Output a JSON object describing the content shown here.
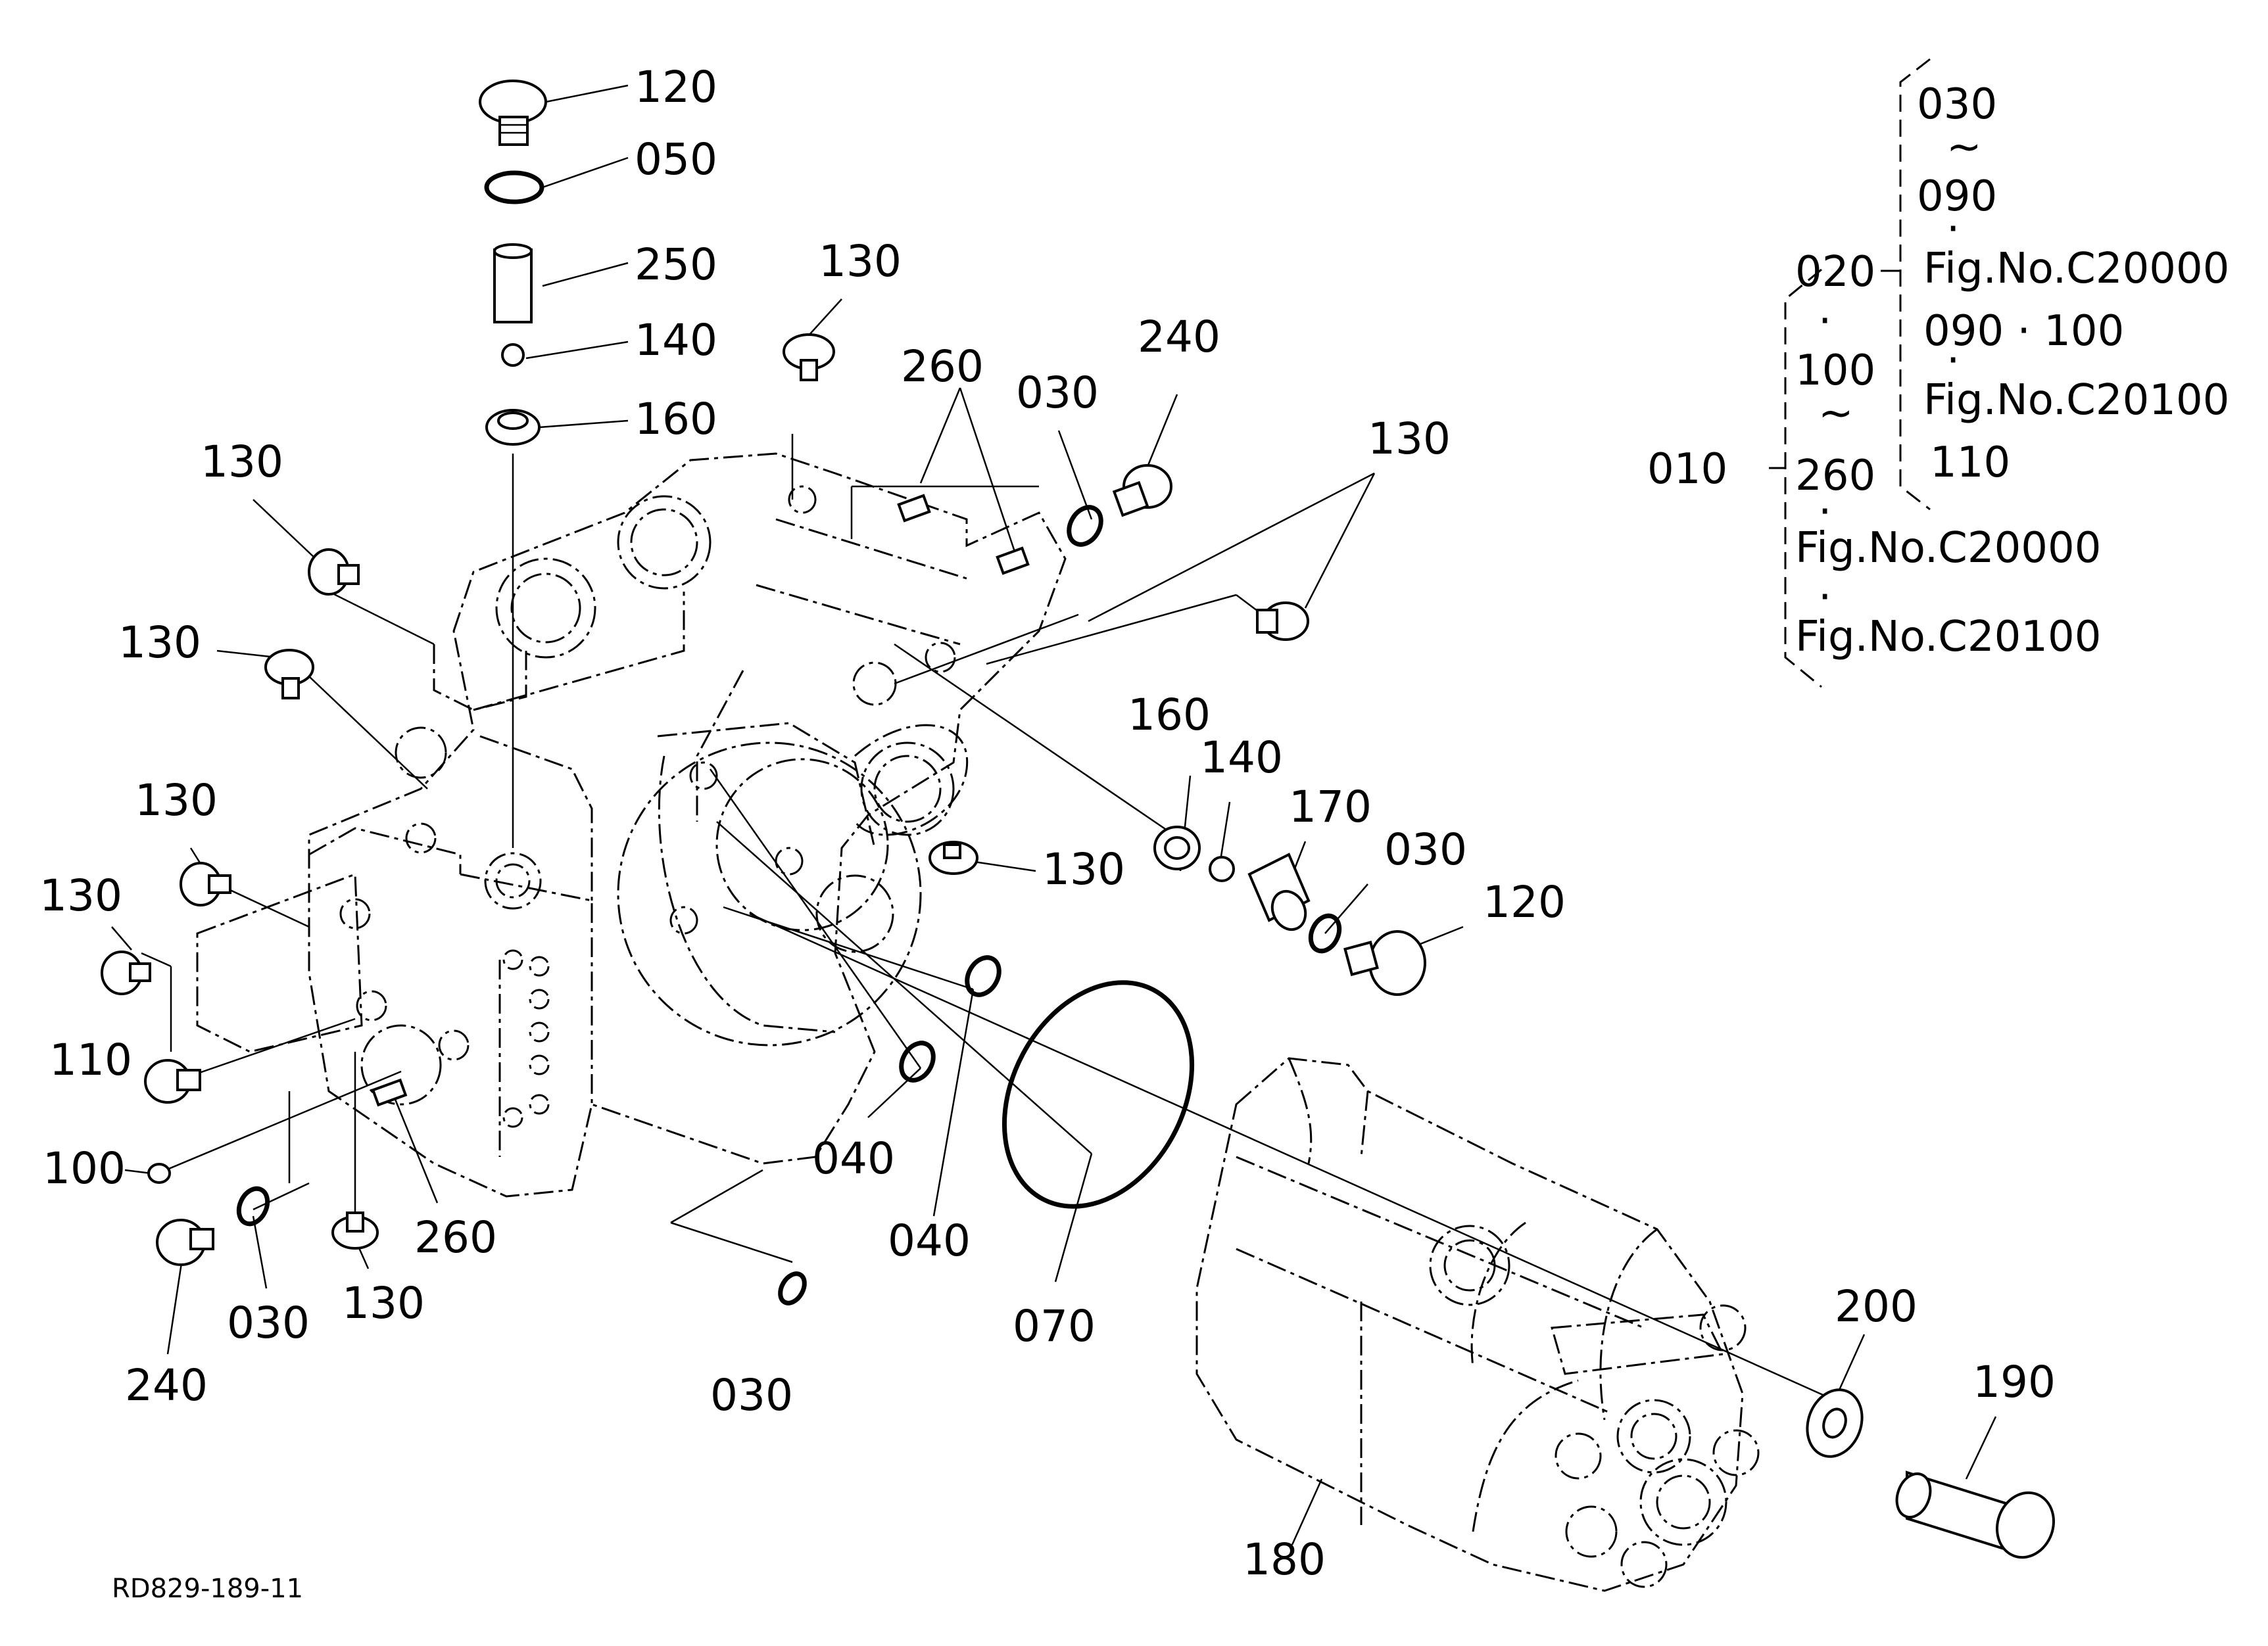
{
  "callouts": [
    {
      "id": "c-120-top",
      "text": "120"
    },
    {
      "id": "c-050",
      "text": "050"
    },
    {
      "id": "c-250",
      "text": "250"
    },
    {
      "id": "c-140-top",
      "text": "140"
    },
    {
      "id": "c-160-top",
      "text": "160"
    },
    {
      "id": "c-130-a",
      "text": "130"
    },
    {
      "id": "c-260-top",
      "text": "260"
    },
    {
      "id": "c-030-top",
      "text": "030"
    },
    {
      "id": "c-240-top",
      "text": "240"
    },
    {
      "id": "c-130-right",
      "text": "130"
    },
    {
      "id": "c-130-left1",
      "text": "130"
    },
    {
      "id": "c-130-left2",
      "text": "130"
    },
    {
      "id": "c-130-left3",
      "text": "130"
    },
    {
      "id": "c-130-left4",
      "text": "130"
    },
    {
      "id": "c-110",
      "text": "110"
    },
    {
      "id": "c-100",
      "text": "100"
    },
    {
      "id": "c-240-bot",
      "text": "240"
    },
    {
      "id": "c-030-bot1",
      "text": "030"
    },
    {
      "id": "c-130-bot",
      "text": "130"
    },
    {
      "id": "c-260-bot",
      "text": "260"
    },
    {
      "id": "c-030-bot2",
      "text": "030"
    },
    {
      "id": "c-040-a",
      "text": "040"
    },
    {
      "id": "c-040-b",
      "text": "040"
    },
    {
      "id": "c-070",
      "text": "070"
    },
    {
      "id": "c-160-mid",
      "text": "160"
    },
    {
      "id": "c-140-mid",
      "text": "140"
    },
    {
      "id": "c-170",
      "text": "170"
    },
    {
      "id": "c-030-mid",
      "text": "030"
    },
    {
      "id": "c-120-mid",
      "text": "120"
    },
    {
      "id": "c-130-mid",
      "text": "130"
    },
    {
      "id": "c-180",
      "text": "180"
    },
    {
      "id": "c-200",
      "text": "200"
    },
    {
      "id": "c-190",
      "text": "190"
    }
  ],
  "reference_block": {
    "main": "010",
    "inner": [
      "020",
      "·",
      "100",
      "~",
      "260",
      "·",
      "Fig.No.C20000",
      "·",
      "Fig.No.C20100"
    ],
    "outer": [
      "030",
      "~",
      "090",
      "·",
      "Fig.No.C20000",
      "090 · 100",
      "·",
      "Fig.No.C20100",
      "110"
    ]
  },
  "drawing_code": "RD829-189-11"
}
